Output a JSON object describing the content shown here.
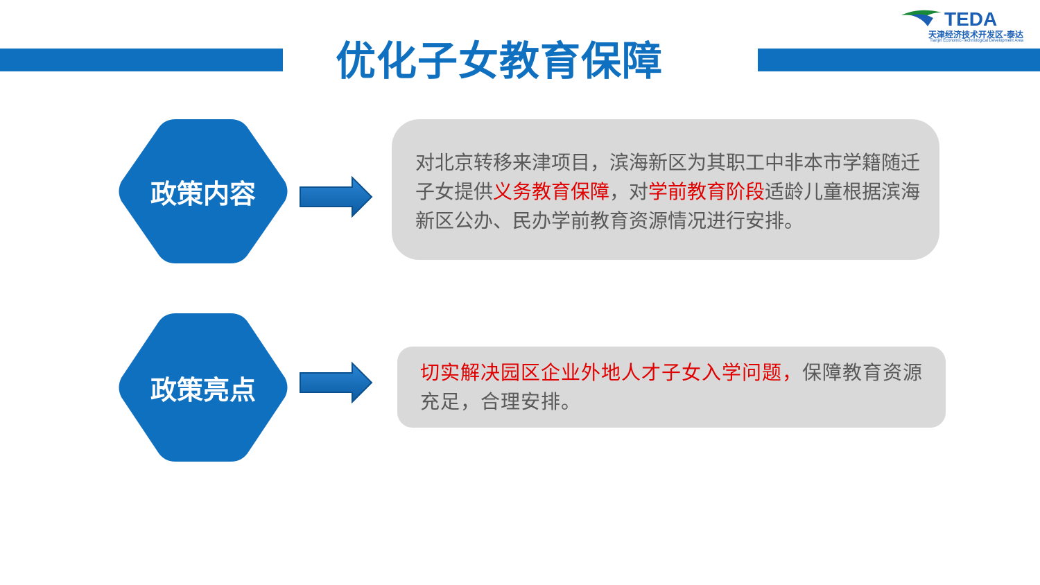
{
  "title": "优化子女教育保障",
  "logo": {
    "name": "TEDA",
    "subtitle": "天津经济技术开发区-泰达",
    "english": "Tianjin Economic-Technological Development Area"
  },
  "colors": {
    "primary_blue": "#1070c0",
    "box_gray": "#d9d9d9",
    "body_text": "#595959",
    "highlight_red": "#e00000"
  },
  "sections": [
    {
      "label": "政策内容",
      "text": {
        "part1": "对北京转移来津项目，滨海新区为其职工中非本市学籍随迁子女提供",
        "highlight1": "义务教育保障",
        "part2": "，对",
        "highlight2": "学前教育阶段",
        "part3": "适龄儿童根据滨海新区公办、民办学前教育资源情况进行安排。"
      }
    },
    {
      "label": "政策亮点",
      "text": {
        "highlight1": "切实解决园区企业外地人才子女入学问题，",
        "part1": "保障教育资源充足，合理安排。"
      }
    }
  ],
  "icons": [
    "hexagon-shape",
    "right-arrow-icon",
    "teda-logo-icon"
  ]
}
